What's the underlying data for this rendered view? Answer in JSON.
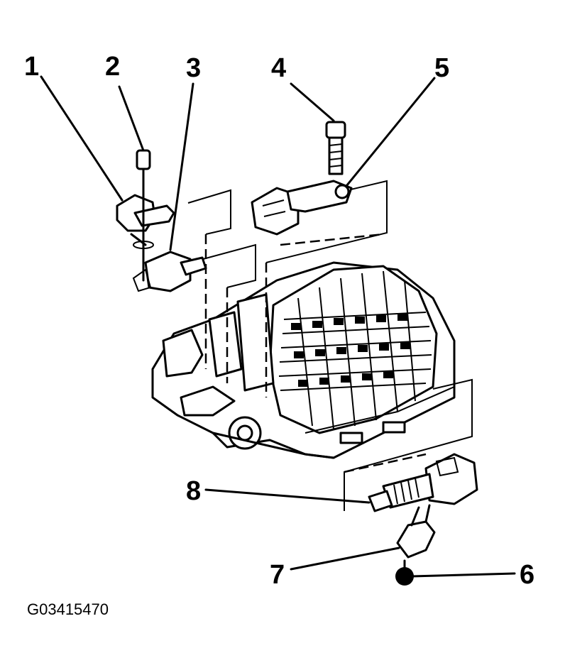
{
  "callouts": [
    {
      "id": "1",
      "label": "1"
    },
    {
      "id": "2",
      "label": "2"
    },
    {
      "id": "3",
      "label": "3"
    },
    {
      "id": "4",
      "label": "4"
    },
    {
      "id": "5",
      "label": "5"
    },
    {
      "id": "6",
      "label": "6"
    },
    {
      "id": "7",
      "label": "7"
    },
    {
      "id": "8",
      "label": "8"
    }
  ],
  "figure_code": "G03415470"
}
